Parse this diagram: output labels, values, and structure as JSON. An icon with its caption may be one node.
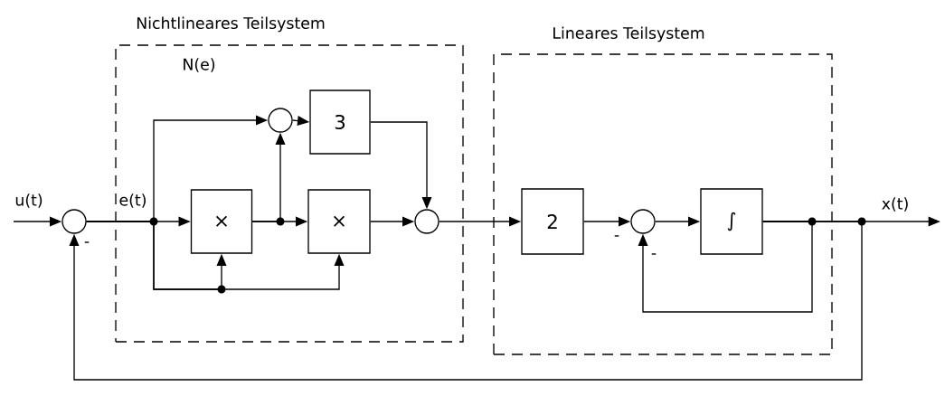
{
  "diagram": {
    "nodes": [
      {
        "text": [
          "Nichtlineares Teilsystem",
          "N(e)"
        ]
      },
      {
        "text": [
          "Lineares Teilsystem"
        ]
      },
      {
        "text": [],
        "shape": "circle"
      },
      {
        "text": [],
        "shape": "circle",
        "in": 0
      },
      {
        "text": [
          "3"
        ],
        "in": 0
      },
      {
        "text": [
          "×"
        ],
        "in": 0
      },
      {
        "text": [
          "×"
        ],
        "in": 0
      },
      {
        "text": [],
        "shape": "circle",
        "in": 0
      },
      {
        "text": [
          "2"
        ],
        "in": 1
      },
      {
        "text": [],
        "shape": "circle",
        "in": 1
      },
      {
        "text": [
          "∫"
        ],
        "in": 1
      }
    ],
    "edges": [
      {
        "from": null,
        "to": 2,
        "arrow": "to"
      },
      {
        "from": 2,
        "to": 5,
        "arrow": "to"
      },
      {
        "from": 2,
        "to": 3,
        "arrow": "to"
      },
      {
        "from": 2,
        "to": 5,
        "arrow": "to"
      },
      {
        "from": 2,
        "to": 6,
        "arrow": "to"
      },
      {
        "from": 5,
        "to": 6,
        "arrow": "to"
      },
      {
        "from": 5,
        "to": 3,
        "arrow": "to"
      },
      {
        "from": 3,
        "to": 4,
        "arrow": "to"
      },
      {
        "from": 4,
        "to": 7,
        "arrow": "to"
      },
      {
        "from": 6,
        "to": 7,
        "arrow": "to"
      },
      {
        "from": 7,
        "to": 8,
        "arrow": "to"
      },
      {
        "from": 8,
        "to": 9,
        "arrow": "to"
      },
      {
        "from": 9,
        "to": 10,
        "arrow": "to"
      },
      {
        "from": 10,
        "to": 9,
        "arrow": "to"
      },
      {
        "from": 10,
        "to": null,
        "arrow": "to"
      },
      {
        "from": 10,
        "to": 2,
        "arrow": "to"
      }
    ],
    "labels": [
      "u(t)",
      "e(t)",
      "x(t)",
      "-",
      "-",
      "-"
    ]
  }
}
